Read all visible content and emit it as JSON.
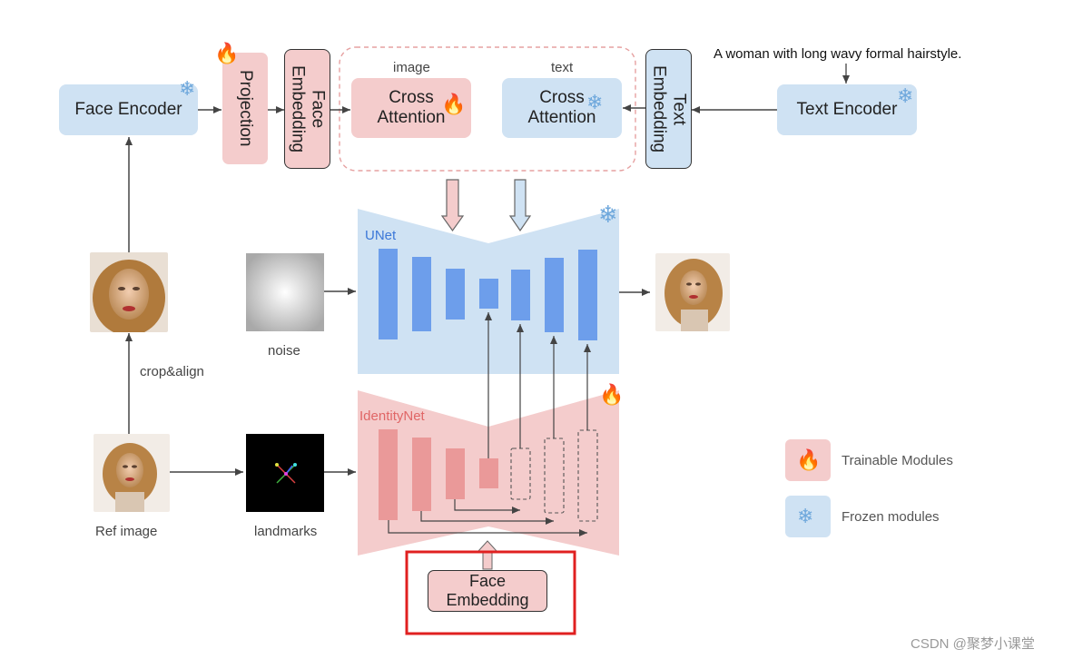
{
  "top": {
    "face_encoder": "Face Encoder",
    "projection": "Projection",
    "face_embedding": "Face\nEmbedding",
    "image_label": "image",
    "text_label": "text",
    "cross_attention_image": "Cross\nAttention",
    "cross_attention_text": "Cross\nAttention",
    "text_embedding": "Text\nEmbedding",
    "text_encoder": "Text Encoder",
    "prompt": "A woman with long wavy formal hairstyle."
  },
  "middle": {
    "unet_label": "UNet",
    "noise_label": "noise",
    "crop_align_label": "crop&align"
  },
  "bottom": {
    "identitynet_label": "IdentityNet",
    "ref_image_label": "Ref image",
    "landmarks_label": "landmarks",
    "face_embedding_bottom": "Face\nEmbedding"
  },
  "legend": {
    "trainable": "Trainable Modules",
    "frozen": "Frozen modules"
  },
  "watermark": "CSDN @聚梦小课堂",
  "icons": {
    "trainable": "fire-icon",
    "frozen": "snowflake-icon"
  },
  "colors": {
    "frozen_fill": "#cfe2f3",
    "trainable_fill": "#f4cccc",
    "unet_blocks": "#6d9eeb",
    "identitynet_blocks": "#ea9999",
    "highlight_border": "#e02020"
  }
}
